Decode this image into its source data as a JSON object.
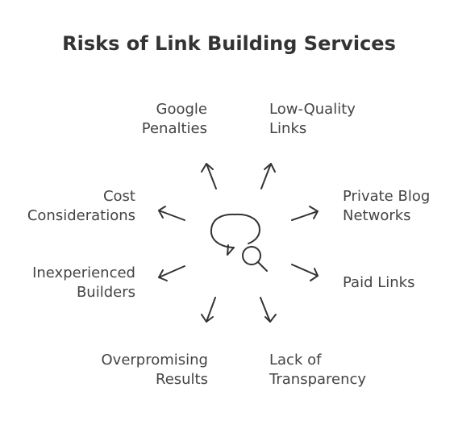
{
  "title": "Risks of Link Building Services",
  "center_icon": "chat-search-icon",
  "stroke_color": "#333333",
  "labels": {
    "google_penalties": [
      "Google",
      "Penalties"
    ],
    "low_quality_links": [
      "Low-Quality",
      "Links"
    ],
    "cost_considerations": [
      "Cost",
      "Considerations"
    ],
    "private_blog_networks": [
      "Private Blog",
      "Networks"
    ],
    "inexperienced_builders": [
      "Inexperienced",
      "Builders"
    ],
    "paid_links": [
      "Paid Links"
    ],
    "overpromising_results": [
      "Overpromising",
      "Results"
    ],
    "lack_of_transparency": [
      "Lack of",
      "Transparency"
    ]
  }
}
